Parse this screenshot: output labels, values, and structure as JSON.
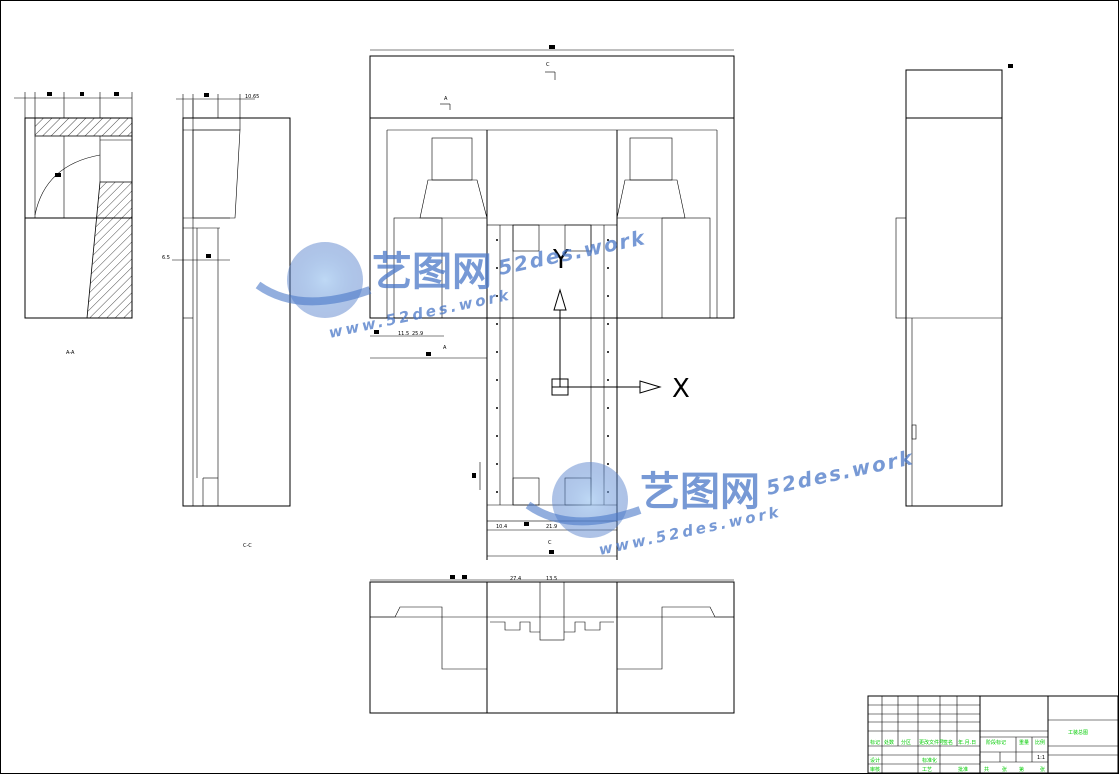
{
  "drawing": {
    "section_labels": {
      "left_section": "A-A",
      "mid_section": "C-C"
    },
    "markers": {
      "a": "A",
      "c": "C"
    },
    "axes": {
      "x": "X",
      "y": "Y"
    },
    "dimensions": {
      "side_small": "10.65",
      "mid_left": "6.5",
      "d1": "11.5",
      "d2": "25.9",
      "d3": "10.4",
      "d4": "21.9",
      "d5": "27.4",
      "d6": "13.5"
    }
  },
  "watermarks": [
    {
      "title": "艺图网",
      "domain": "52des.work",
      "url": "www.52des.work"
    },
    {
      "title": "艺图网",
      "domain": "52des.work",
      "url": "www.52des.work"
    }
  ],
  "title_block": {
    "headers": [
      "标记",
      "处数",
      "分区",
      "更改文件号",
      "签名",
      "年.月.日"
    ],
    "row_labels": [
      "设计",
      "标准化",
      "审核",
      "工艺",
      "批准"
    ],
    "fields": {
      "stage_mark": "阶段标记",
      "weight": "重量",
      "scale": "比例",
      "scale_value": "1:1"
    },
    "drawing_name": "工装总图",
    "sheet_info": [
      "共",
      "张",
      "第",
      "张"
    ]
  },
  "colors": {
    "line": "#000000",
    "title_text": "#00cc00",
    "watermark": "#4a78c8"
  }
}
